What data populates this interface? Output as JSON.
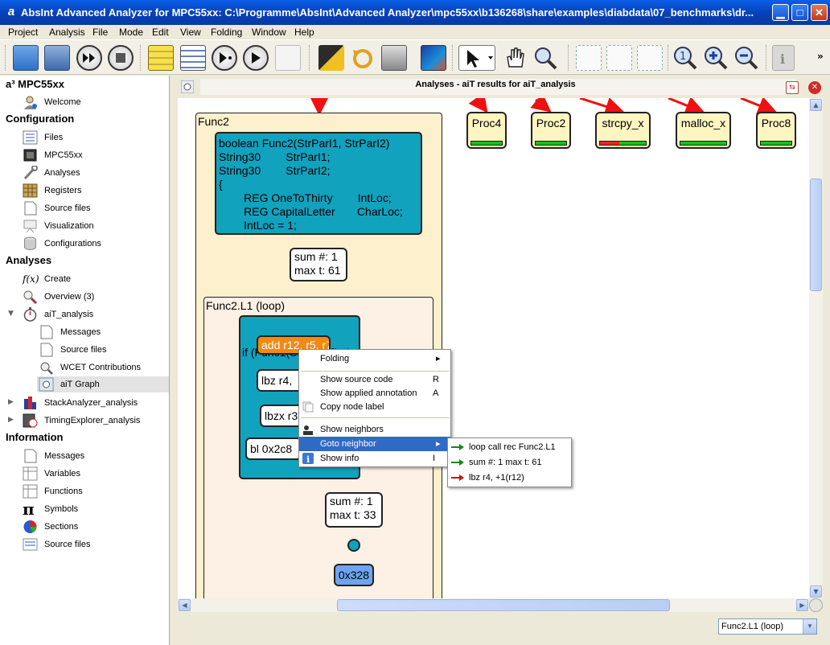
{
  "window": {
    "title": "AbsInt Advanced Analyzer for MPC55xx: C:\\Programme\\AbsInt\\Advanced Analyzer\\mpc55xx\\b136268\\share\\examples\\diabdata\\07_benchmarks\\dr...",
    "app_icon": "a"
  },
  "menu": [
    "Project",
    "Analysis",
    "File",
    "Mode",
    "Edit",
    "View",
    "Folding",
    "Window",
    "Help"
  ],
  "toolbar": {
    "overflow": "»"
  },
  "sidebar": {
    "root": "a³ MPC55xx",
    "welcome": "Welcome",
    "configuration_heading": "Configuration",
    "config_items": [
      "Files",
      "MPC55xx",
      "Analyses",
      "Registers",
      "Source files",
      "Visualization",
      "Configurations"
    ],
    "analyses_heading": "Analyses",
    "analyses_items": [
      "Create",
      "Overview (3)"
    ],
    "ait_analysis": "aiT_analysis",
    "ait_children": [
      "Messages",
      "Source files",
      "WCET Contributions",
      "aiT Graph"
    ],
    "stack_analysis": "StackAnalyzer_analysis",
    "timing_analysis": "TimingExplorer_analysis",
    "information_heading": "Information",
    "info_items": [
      "Messages",
      "Variables",
      "Functions",
      "Symbols",
      "Sections",
      "Source files"
    ],
    "pi_symbol": "π",
    "fx_symbol": "f(x)"
  },
  "panel": {
    "title": "Analyses - aiT results for aiT_analysis"
  },
  "graph": {
    "func2_label": "Func2",
    "func2_code": "boolean Func2(StrParI1, StrParI2)\nString30        StrParI1;\nString30        StrParI2;\n{\n        REG OneToThirty        IntLoc;\n        REG CapitalLetter       CharLoc;\n        IntLoc = 1;",
    "stat1": {
      "sum": "sum #: 1",
      "max": "max t: 61"
    },
    "loop_label": "Func2.L1 (loop)",
    "loop_code_header": "if (Func1(StrParI1[IntL",
    "instr_add": "add r12, r5, r7",
    "instr_lbz": "lbz r4,",
    "instr_lbzx": "lbzx r3",
    "instr_bl": "bl 0x2c8",
    "stat2": {
      "sum": "sum #: 1",
      "max": "max t: 33"
    },
    "addr_node": "0x328",
    "procs": [
      {
        "name": "Proc4",
        "red": 0
      },
      {
        "name": "Proc2",
        "red": 0
      },
      {
        "name": "strcpy_x",
        "red": 0.42
      },
      {
        "name": "malloc_x",
        "red": 0
      },
      {
        "name": "Proc8",
        "red": 0
      }
    ],
    "colors": {
      "code_bg": "#11a2be",
      "func_bg": "#fdf0cc",
      "loop_bg": "#fdf0e4",
      "edge": "#ee1111",
      "highlight": "#f08a13",
      "back_edge": "#000080",
      "green_edge": "#138a13",
      "addr_bg": "#6ea4f0"
    }
  },
  "context_menu": {
    "items": [
      {
        "label": "Folding",
        "key": "",
        "submenu": true
      },
      {
        "label": "Show source code",
        "key": "R"
      },
      {
        "label": "Show applied annotation",
        "key": "A"
      },
      {
        "label": "Copy node label",
        "key": ""
      },
      {
        "label": "Show neighbors",
        "key": ""
      },
      {
        "label": "Goto neighbor",
        "key": "",
        "submenu": true,
        "highlighted": true
      },
      {
        "label": "Show info",
        "key": "I"
      }
    ],
    "submenu_arrow": "▸"
  },
  "neighbor_menu": {
    "items": [
      "loop call rec Func2.L1",
      "sum #: 1 max t: 61",
      "lbz r4, +1(r12)"
    ]
  },
  "statusbar": {
    "combo_value": "Func2.L1 (loop)",
    "combo_arrow": "▼"
  },
  "scrollbars": {
    "up": "▲",
    "down": "▼",
    "left": "◀",
    "right": "▶"
  }
}
